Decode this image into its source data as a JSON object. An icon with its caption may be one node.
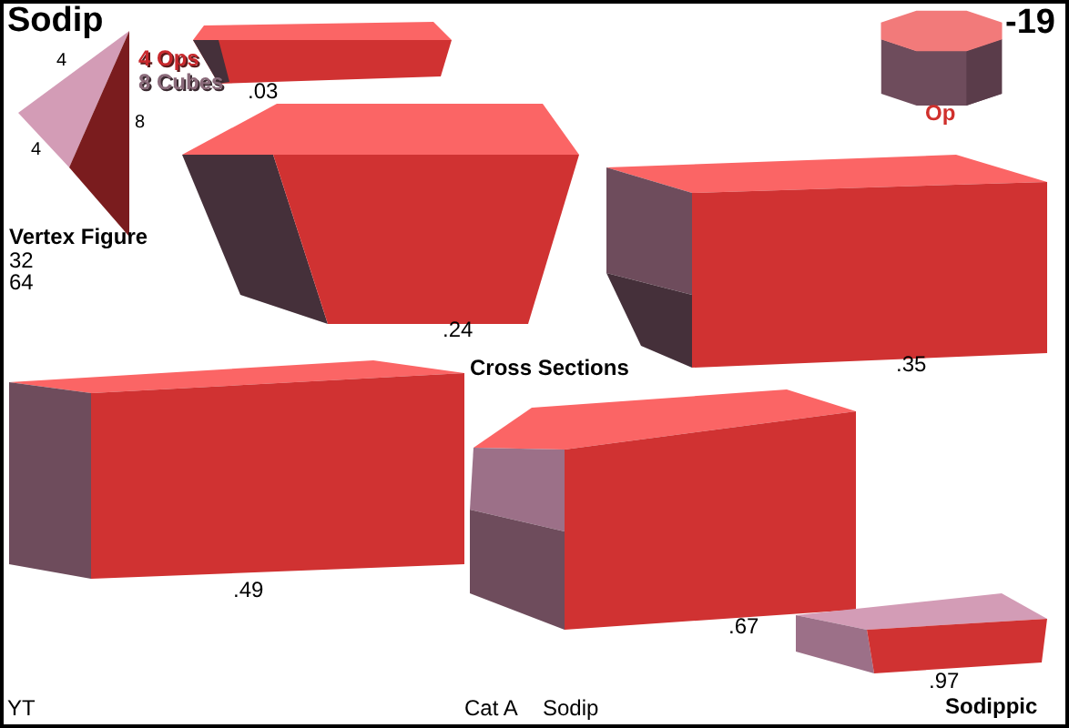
{
  "diagram": {
    "title": "Sodip",
    "labels": [
      "-19",
      "4",
      "4 Ops",
      "8 Cubes",
      "4",
      "8",
      "Op",
      ".03",
      "Vertex Figure",
      "32",
      "64",
      ".24",
      "Cross Sections",
      ".35",
      ".49",
      ".67",
      ".97",
      "YT",
      "Cat A",
      "Sodip",
      "Sodippic"
    ]
  }
}
